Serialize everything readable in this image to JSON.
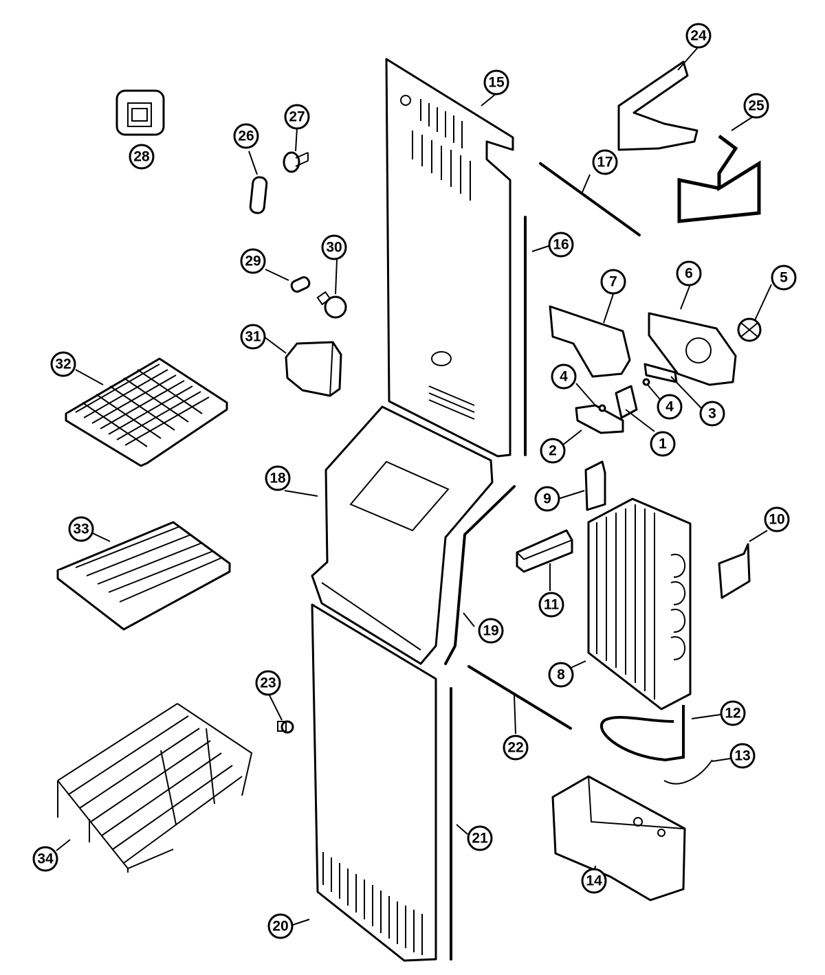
{
  "callouts": [
    {
      "label": "1"
    },
    {
      "label": "2"
    },
    {
      "label": "3"
    },
    {
      "label": "4"
    },
    {
      "label": "4"
    },
    {
      "label": "5"
    },
    {
      "label": "6"
    },
    {
      "label": "7"
    },
    {
      "label": "8"
    },
    {
      "label": "9"
    },
    {
      "label": "10"
    },
    {
      "label": "11"
    },
    {
      "label": "12"
    },
    {
      "label": "13"
    },
    {
      "label": "14"
    },
    {
      "label": "15"
    },
    {
      "label": "16"
    },
    {
      "label": "17"
    },
    {
      "label": "18"
    },
    {
      "label": "19"
    },
    {
      "label": "20"
    },
    {
      "label": "21"
    },
    {
      "label": "22"
    },
    {
      "label": "23"
    },
    {
      "label": "24"
    },
    {
      "label": "25"
    },
    {
      "label": "26"
    },
    {
      "label": "27"
    },
    {
      "label": "28"
    },
    {
      "label": "29"
    },
    {
      "label": "30"
    },
    {
      "label": "31"
    },
    {
      "label": "32"
    },
    {
      "label": "33"
    },
    {
      "label": "34"
    }
  ]
}
